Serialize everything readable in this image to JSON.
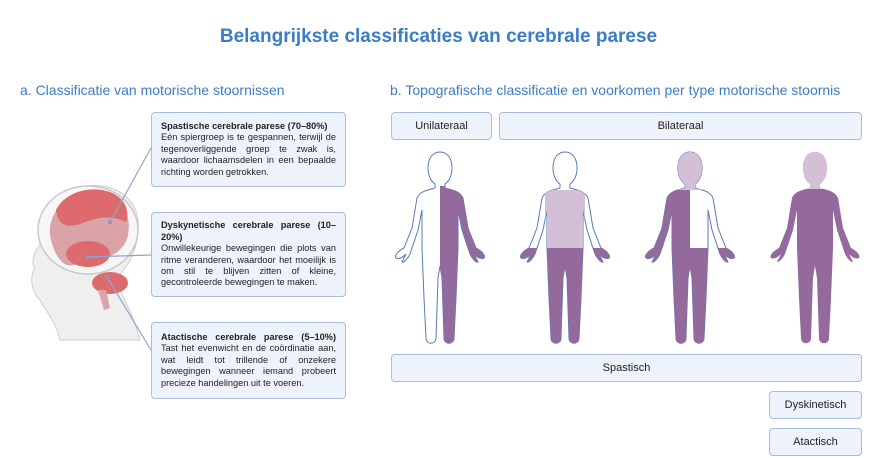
{
  "title": "Belangrijkste classificaties van cerebrale parese",
  "section_a": {
    "heading": "a. Classificatie van motorische stoornissen",
    "items": [
      {
        "name": "Spastische cerebrale parese (70–80%)",
        "text": "Eén spiergroep is te gespannen, terwijl de tegenoverliggende groep te zwak is, waardoor lichaamsdelen in een bepaalde richting worden getrokken."
      },
      {
        "name": "Dyskynetische cerebrale parese (10–20%)",
        "text": "Onwillekeurige bewegingen die plots van ritme veranderen, waardoor het moeilijk is om stil te blijven zitten of kleine, gecontroleerde bewegingen te maken."
      },
      {
        "name": "Atactische cerebrale parese (5–10%)",
        "text": "Tast het evenwicht en de coördinatie aan, wat leidt tot trillende of onzekere bewegingen wanneer iemand probeert precieze handelingen uit te voeren."
      }
    ]
  },
  "section_b": {
    "heading": "b. Topografische classificatie en voorkomen per type motorische stoornis",
    "unilateral": "Unilateraal",
    "bilateral": "Bilateraal",
    "spastic": "Spastisch",
    "dyskinetic": "Dyskinetisch",
    "ataxic": "Atactisch"
  },
  "colors": {
    "title": "#3b7cc9",
    "affected": "#946a9c",
    "partial": "#d3bfd6",
    "box_border": "#a9bde0",
    "box_fill": "#eef2fa"
  }
}
